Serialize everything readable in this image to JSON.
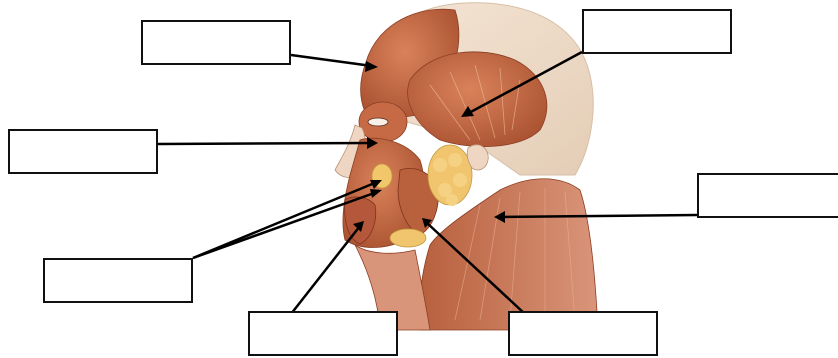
{
  "diagram": {
    "label_boxes": [
      {
        "id": "frontalis",
        "text": ""
      },
      {
        "id": "temporalis",
        "text": ""
      },
      {
        "id": "orbicularis",
        "text": ""
      },
      {
        "id": "scm",
        "text": ""
      },
      {
        "id": "zygomaticus",
        "text": ""
      },
      {
        "id": "oris",
        "text": ""
      },
      {
        "id": "masseter",
        "text": ""
      }
    ],
    "colors": {
      "muscle": "#c8714a",
      "muscle_dark": "#9c4a2c",
      "tendon": "#e8d2bc",
      "gland": "#f0c56e",
      "skin": "#f1ddc8",
      "line": "#000000"
    }
  }
}
